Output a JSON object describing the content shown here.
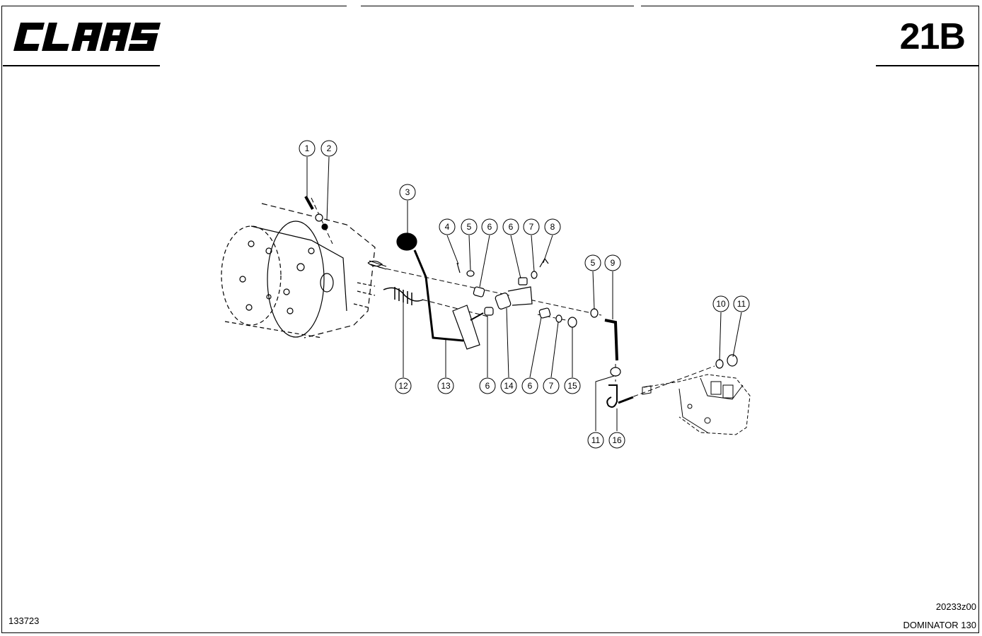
{
  "header": {
    "brand": "CLAAS",
    "page_number": "21B"
  },
  "footer": {
    "document_number": "133723",
    "drawing_code": "20233z00",
    "model": "DOMINATOR 130"
  },
  "callouts": [
    {
      "id": "c1",
      "label": "1"
    },
    {
      "id": "c2",
      "label": "2"
    },
    {
      "id": "c3",
      "label": "3"
    },
    {
      "id": "c4",
      "label": "4"
    },
    {
      "id": "c5a",
      "label": "5"
    },
    {
      "id": "c6a",
      "label": "6"
    },
    {
      "id": "c6b",
      "label": "6"
    },
    {
      "id": "c7a",
      "label": "7"
    },
    {
      "id": "c8",
      "label": "8"
    },
    {
      "id": "c5b",
      "label": "5"
    },
    {
      "id": "c9",
      "label": "9"
    },
    {
      "id": "c10",
      "label": "10"
    },
    {
      "id": "c11a",
      "label": "11"
    },
    {
      "id": "c12",
      "label": "12"
    },
    {
      "id": "c13",
      "label": "13"
    },
    {
      "id": "c6c",
      "label": "6"
    },
    {
      "id": "c14",
      "label": "14"
    },
    {
      "id": "c6d",
      "label": "6"
    },
    {
      "id": "c7b",
      "label": "7"
    },
    {
      "id": "c15",
      "label": "15"
    },
    {
      "id": "c11b",
      "label": "11"
    },
    {
      "id": "c16",
      "label": "16"
    }
  ]
}
